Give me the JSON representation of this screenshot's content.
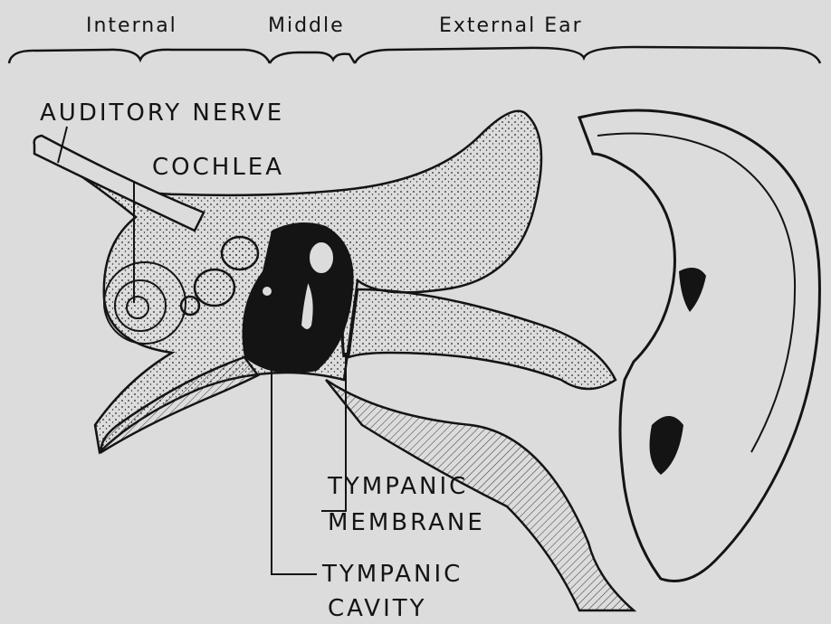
{
  "sections": {
    "internal": "Internal",
    "middle": "Middle",
    "external": "External Ear"
  },
  "labels": {
    "auditory_nerve": "AUDITORY NERVE",
    "cochlea": "COCHLEA",
    "tympanic_membrane_1": "TYMPANIC",
    "tympanic_membrane_2": "MEMBRANE",
    "tympanic_cavity_1": "TYMPANIC",
    "tympanic_cavity_2": "CAVITY"
  },
  "colors": {
    "background": "#dcdcdc",
    "ink": "#141414",
    "bone_fill": "#c4c4c4"
  }
}
